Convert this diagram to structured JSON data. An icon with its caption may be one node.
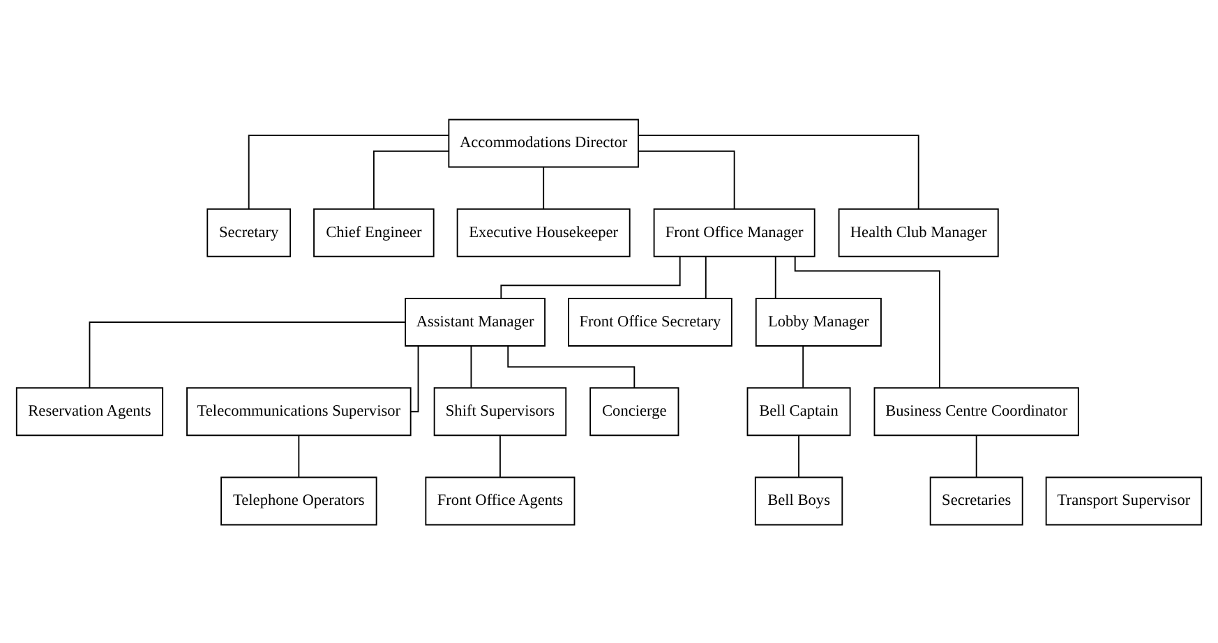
{
  "diagram": {
    "nodes": [
      {
        "text": [
          "Accommodations Director"
        ]
      },
      {
        "text": [
          "Secretary"
        ]
      },
      {
        "text": [
          "Chief Engineer"
        ]
      },
      {
        "text": [
          "Executive Housekeeper"
        ]
      },
      {
        "text": [
          "Front Office Manager"
        ]
      },
      {
        "text": [
          "Health Club Manager"
        ]
      },
      {
        "text": [
          "Assistant Manager"
        ]
      },
      {
        "text": [
          "Front Office Secretary"
        ]
      },
      {
        "text": [
          "Lobby Manager"
        ]
      },
      {
        "text": [
          "Reservation Agents"
        ]
      },
      {
        "text": [
          "Business Centre Coordinator"
        ]
      },
      {
        "text": [
          "Telecommunications Supervisor"
        ]
      },
      {
        "text": [
          "Shift Supervisors"
        ]
      },
      {
        "text": [
          "Concierge"
        ]
      },
      {
        "text": [
          "Bell Captain"
        ]
      },
      {
        "text": [
          "Secretaries"
        ]
      },
      {
        "text": [
          "Telephone Operators"
        ]
      },
      {
        "text": [
          "Front Office Agents"
        ]
      },
      {
        "text": [
          "Transport Supervisor"
        ]
      },
      {
        "text": [
          "Bell Boys"
        ]
      }
    ],
    "edges": [
      {
        "from": 0,
        "to": 1,
        "arrow": "none"
      },
      {
        "from": 0,
        "to": 2,
        "arrow": "none"
      },
      {
        "from": 0,
        "to": 3,
        "arrow": "none"
      },
      {
        "from": 0,
        "to": 4,
        "arrow": "none"
      },
      {
        "from": 0,
        "to": 5,
        "arrow": "none"
      },
      {
        "from": 4,
        "to": 10,
        "arrow": "none"
      },
      {
        "from": 4,
        "to": 6,
        "arrow": "none"
      },
      {
        "from": 4,
        "to": 7,
        "arrow": "none"
      },
      {
        "from": 4,
        "to": 8,
        "arrow": "none"
      },
      {
        "from": 6,
        "to": 9,
        "arrow": "none"
      },
      {
        "from": 6,
        "to": 11,
        "arrow": "none"
      },
      {
        "from": 6,
        "to": 12,
        "arrow": "none"
      },
      {
        "from": 6,
        "to": 13,
        "arrow": "none"
      },
      {
        "from": 8,
        "to": 14,
        "arrow": "none"
      },
      {
        "from": 10,
        "to": 15,
        "arrow": "none"
      },
      {
        "from": 11,
        "to": 16,
        "arrow": "none"
      },
      {
        "from": 12,
        "to": 17,
        "arrow": "none"
      },
      {
        "from": 14,
        "to": 19,
        "arrow": "none"
      }
    ]
  }
}
